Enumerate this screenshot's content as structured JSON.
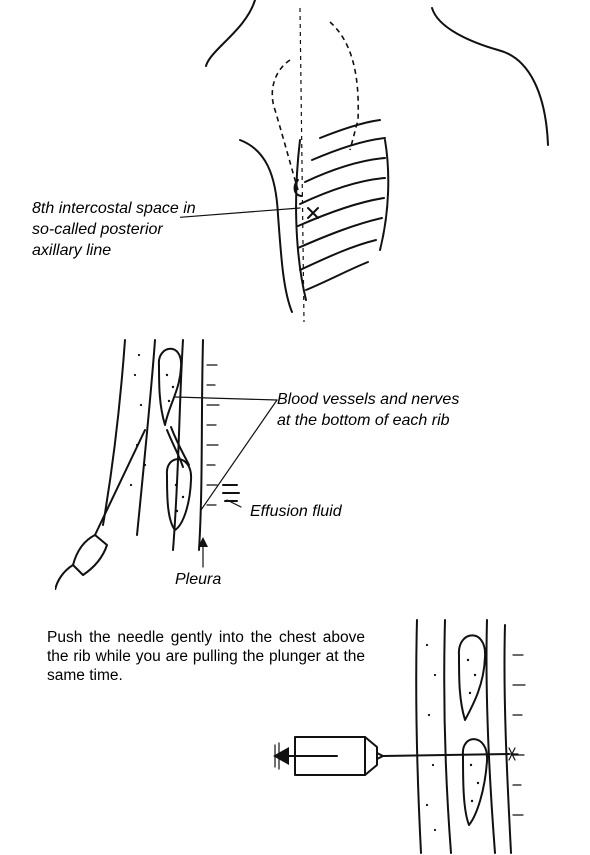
{
  "labels": {
    "intercostal_line1": "8th intercostal space in",
    "intercostal_line2": "so-called posterior",
    "intercostal_line3": "axillary line",
    "vessels_line1": "Blood vessels and nerves",
    "vessels_line2": "at the bottom of each rib",
    "effusion": "Effusion fluid",
    "pleura": "Pleura"
  },
  "instruction": "Push the needle gently into the chest above the rib while you are pulling the plunger at the same time."
}
